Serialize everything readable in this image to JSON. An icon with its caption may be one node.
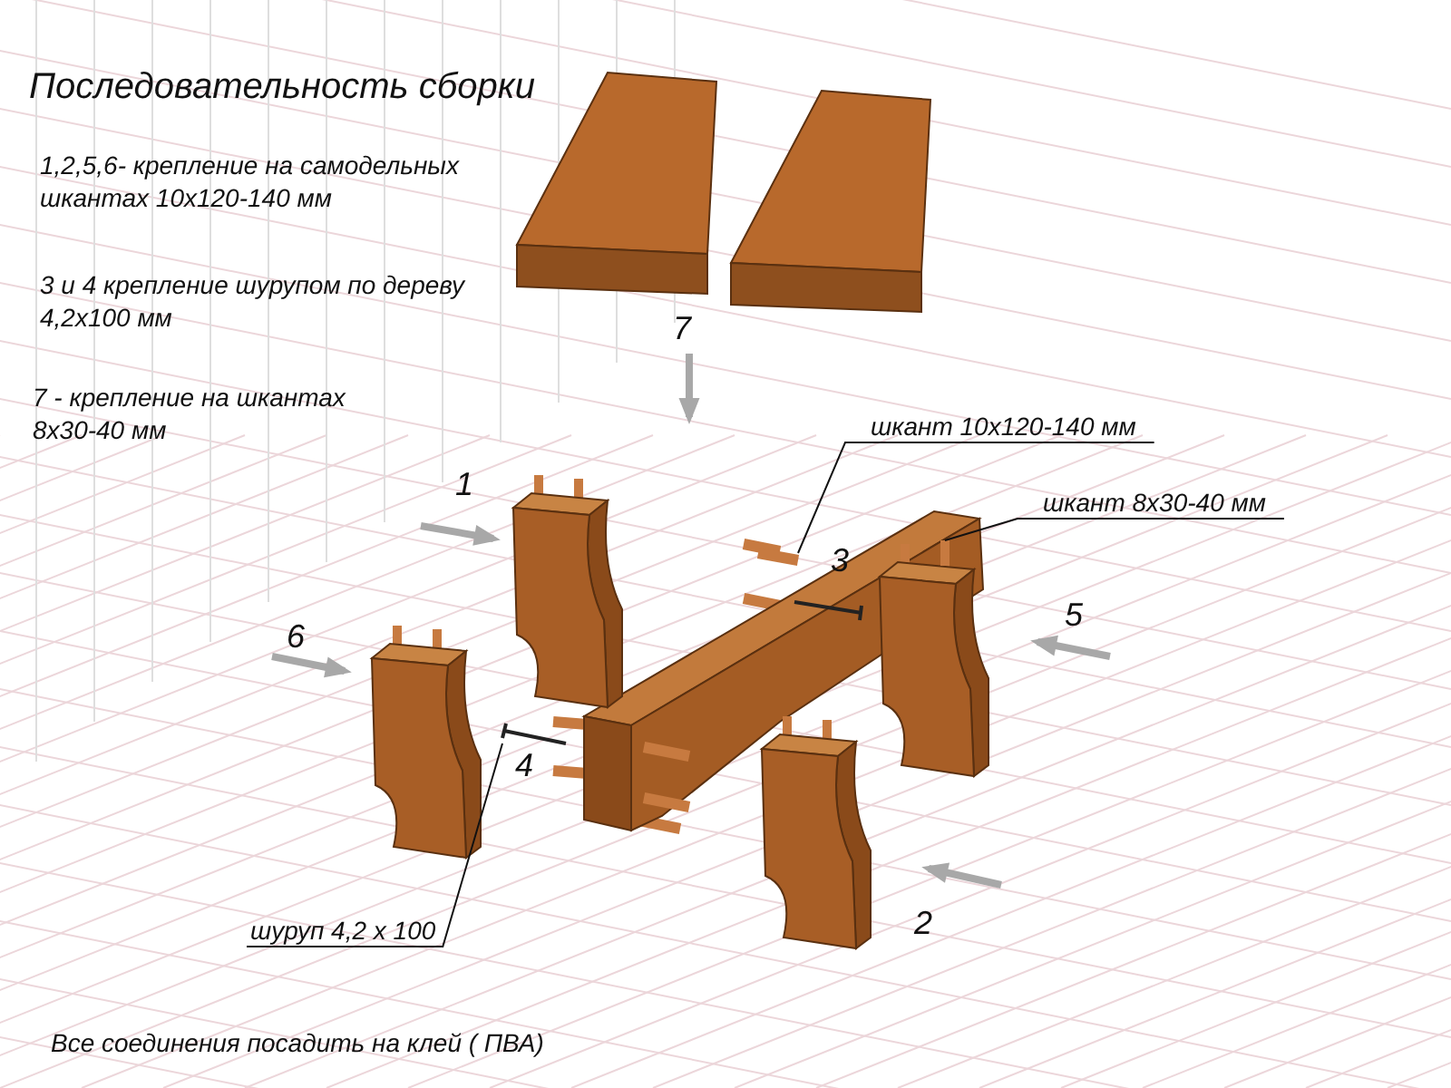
{
  "diagram": {
    "title": "Последовательность сборки",
    "caption": "Все соединения посадить на клей ( ПВА)",
    "nodes": [
      {
        "text": [
          "шкант 10х120-140 мм"
        ]
      },
      {
        "text": [
          "шкант 8х30-40 мм"
        ]
      },
      {
        "text": [
          "шуруп 4,2 х 100"
        ]
      },
      {
        "text": [],
        "shape": "picture"
      },
      {
        "text": [],
        "shape": "picture"
      },
      {
        "text": [],
        "shape": "picture"
      }
    ],
    "edges": [
      {
        "from": 0,
        "to": 3,
        "arrow": "none"
      },
      {
        "from": 1,
        "to": 4,
        "arrow": "none"
      },
      {
        "from": 2,
        "to": 5,
        "arrow": "none"
      }
    ],
    "labels": [
      "1,2,5,6- крепление  на самодельных шкантах 10х120-140 мм",
      "3 и 4 крепление шурупом по дереву 4,2х100 мм",
      "7 - крепление на шкантах 8х30-40 мм",
      "7",
      "1",
      "3",
      "5",
      "6",
      "4",
      "2"
    ]
  }
}
